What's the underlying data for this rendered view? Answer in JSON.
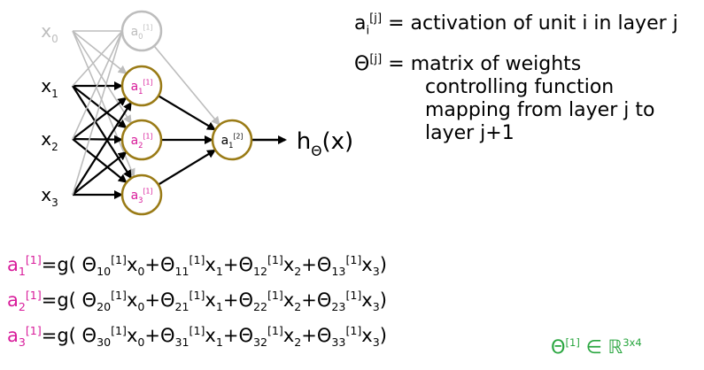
{
  "network": {
    "inputs": [
      {
        "label": "x",
        "sub": "0",
        "gray": true
      },
      {
        "label": "x",
        "sub": "1",
        "gray": false
      },
      {
        "label": "x",
        "sub": "2",
        "gray": false
      },
      {
        "label": "x",
        "sub": "3",
        "gray": false
      }
    ],
    "hidden": [
      {
        "label": "a",
        "sub": "0",
        "sup": "[1]",
        "gray": true
      },
      {
        "label": "a",
        "sub": "1",
        "sup": "[1]",
        "gray": false
      },
      {
        "label": "a",
        "sub": "2",
        "sup": "[1]",
        "gray": false
      },
      {
        "label": "a",
        "sub": "3",
        "sup": "[1]",
        "gray": false
      }
    ],
    "output": {
      "label": "a",
      "sub": "1",
      "sup": "[2]"
    },
    "hypothesis": {
      "base": "h",
      "sub": "Θ",
      "arg": "(x)"
    },
    "colors": {
      "node_stroke": "#9a7b16",
      "hidden_text": "#d81b9a",
      "gray": "#bdbdbd",
      "edge": "#000000"
    }
  },
  "definitions": {
    "a": {
      "lhs_base": "a",
      "lhs_sub": "i",
      "lhs_sup": "[j]",
      "text": " = activation of unit i in layer j"
    },
    "theta": {
      "lhs_base": "Θ",
      "lhs_sup": "[j]",
      "line1": " = matrix of weights",
      "line2": "controlling function",
      "line3": "mapping from layer j to",
      "line4": "layer j+1"
    }
  },
  "equations": [
    {
      "lhs": "a",
      "lhs_sub": "1",
      "lhs_sup": "[1]",
      "rows": "1"
    },
    {
      "lhs": "a",
      "lhs_sub": "2",
      "lhs_sup": "[1]",
      "rows": "2"
    },
    {
      "lhs": "a",
      "lhs_sub": "3",
      "lhs_sup": "[1]",
      "rows": "3"
    }
  ],
  "dimension": {
    "base": "Θ",
    "sup": "[1]",
    "in": " ∈ ",
    "set": "ℝ",
    "exp": "3x4"
  }
}
